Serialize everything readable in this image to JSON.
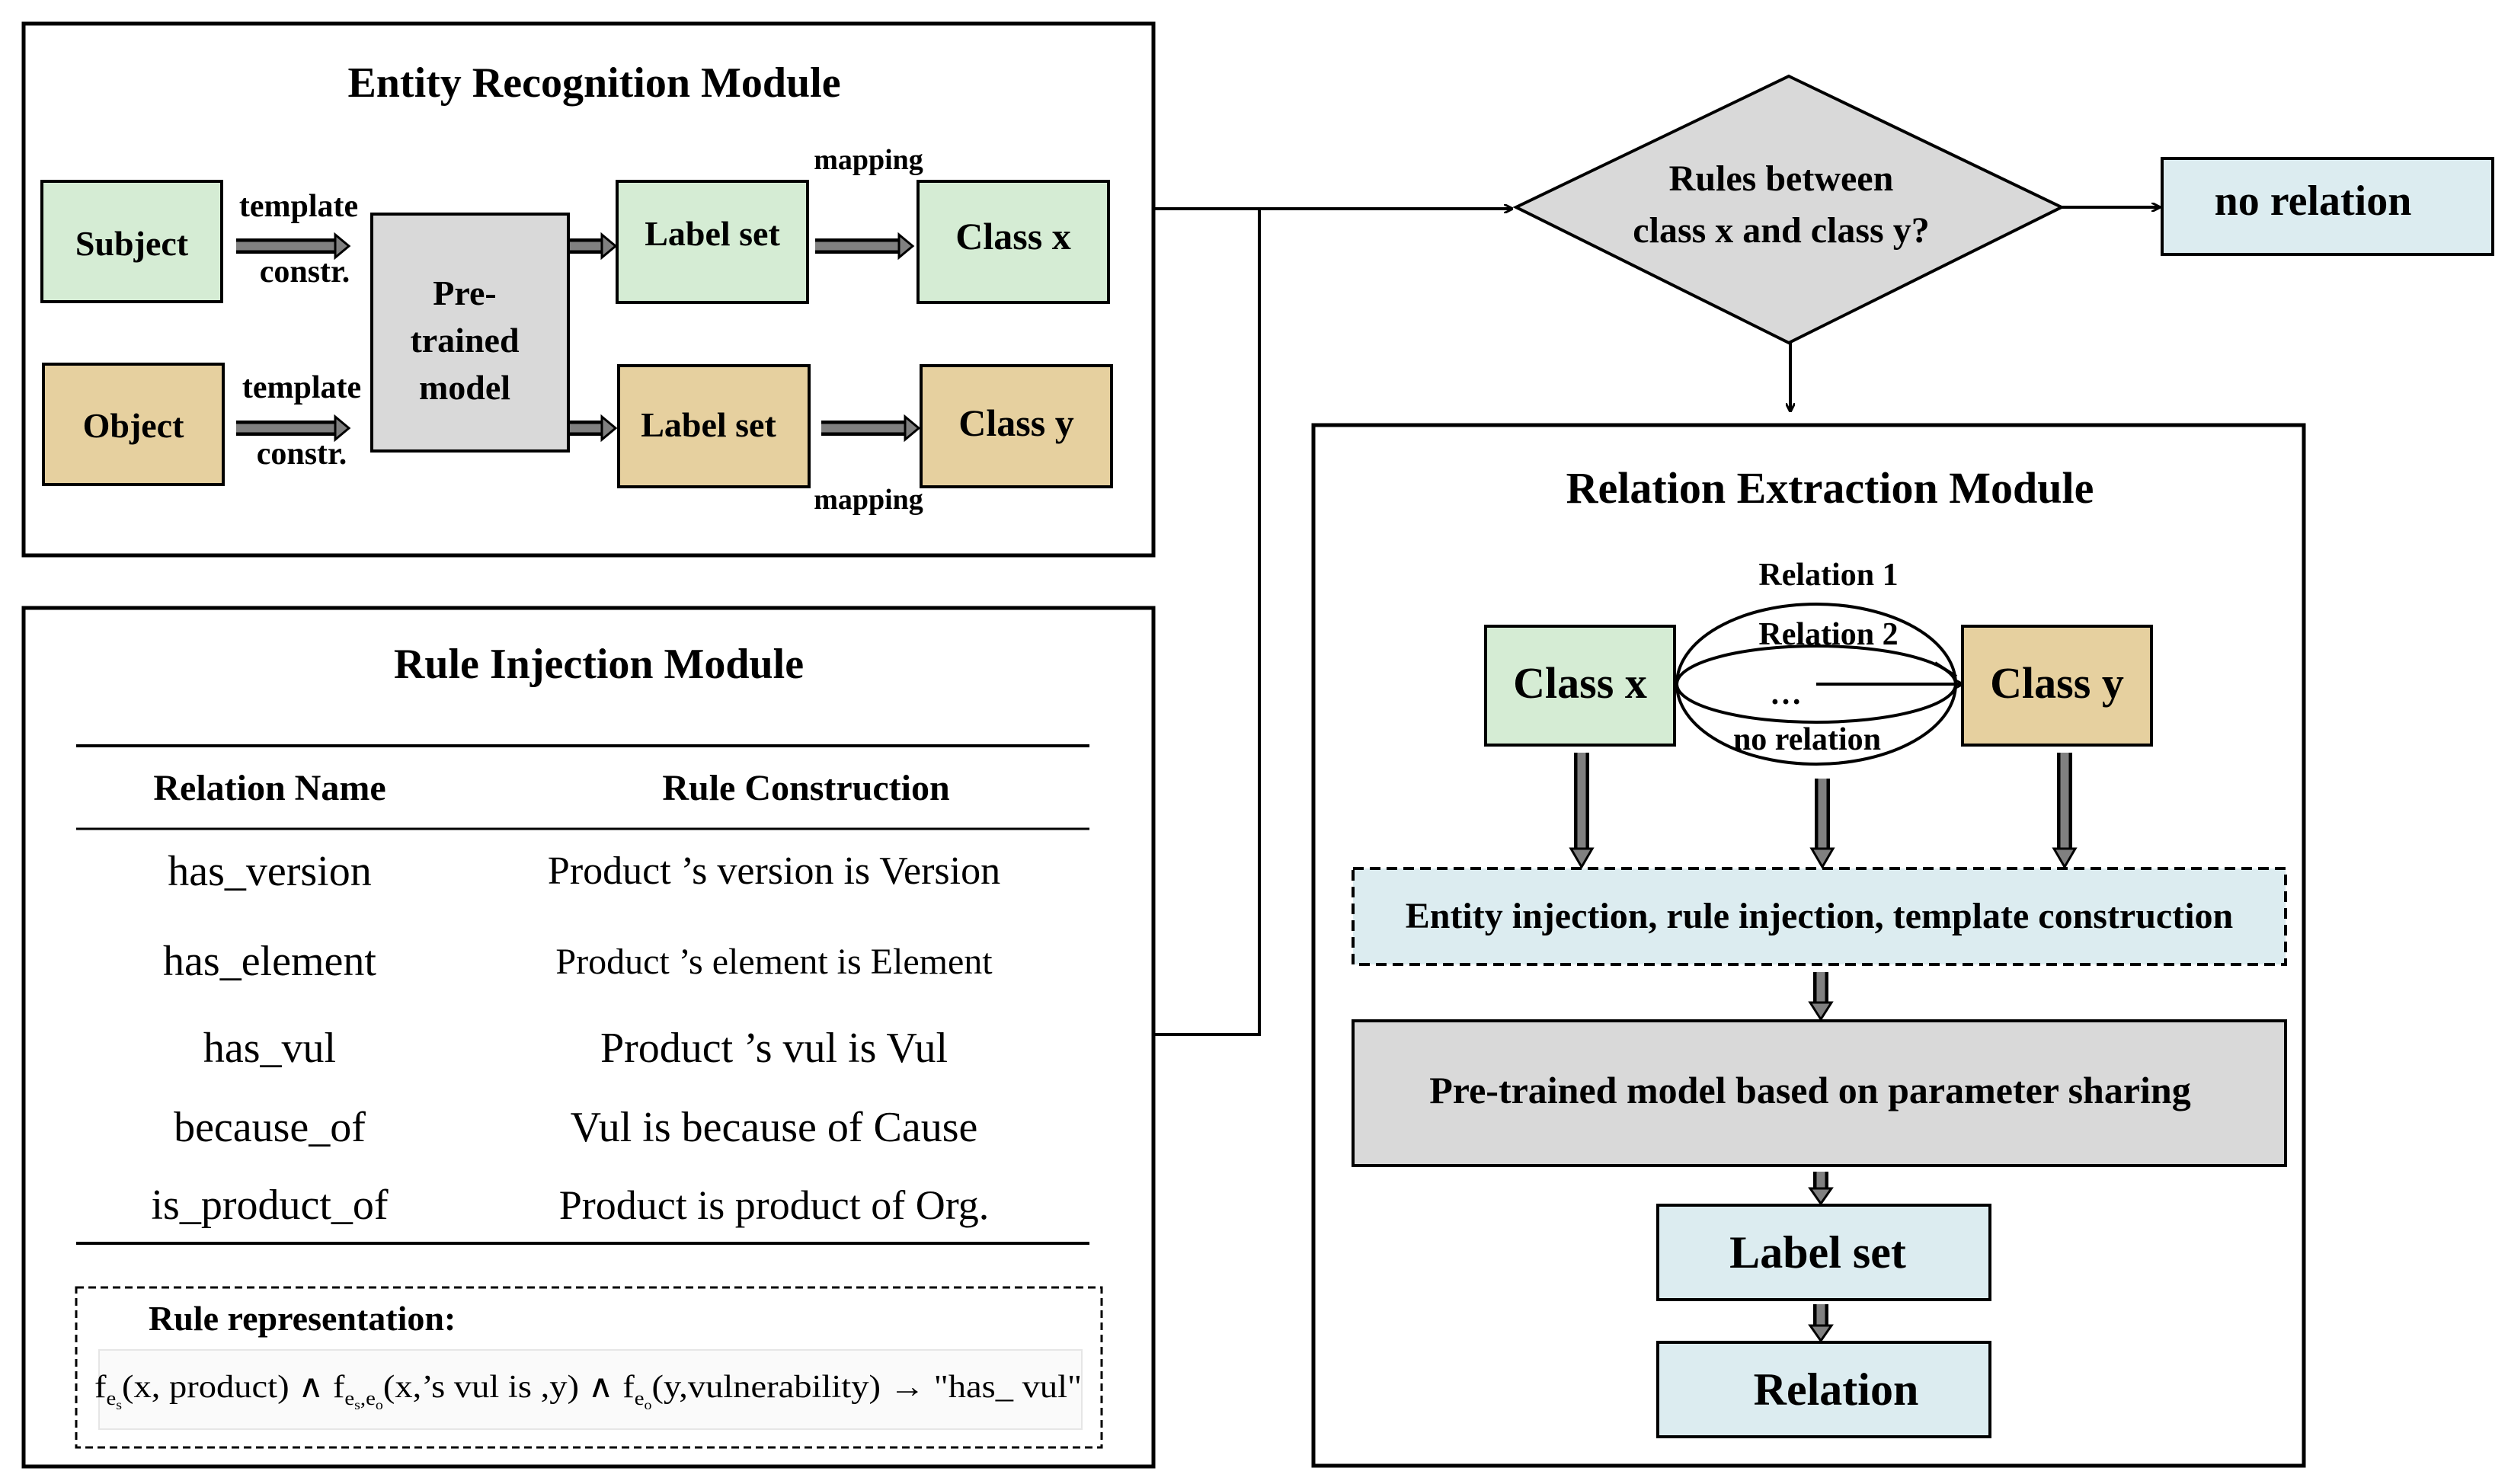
{
  "entity_module": {
    "title": "Entity Recognition Module",
    "subject": "Subject",
    "object": "Object",
    "template_top": "template",
    "constr_top": "constr.",
    "template_bottom": "template",
    "constr_bottom": "constr.",
    "pretrained": [
      "Pre-",
      "trained",
      "model"
    ],
    "label_set_top": "Label set",
    "label_set_bottom": "Label set",
    "mapping_top": "mapping",
    "mapping_bottom": "mapping",
    "class_x": "Class x",
    "class_y": "Class y"
  },
  "decision": {
    "line1": "Rules between",
    "line2": "class x and class y?",
    "no_relation": "no relation"
  },
  "rule_module": {
    "title": "Rule Injection Module",
    "headers": [
      "Relation Name",
      "Rule Construction"
    ],
    "rows": [
      [
        "has_version",
        "Product ’s version is  Version"
      ],
      [
        "has_element",
        "Product ’s element is  Element"
      ],
      [
        "has_vul",
        "Product ’s vul is Vul"
      ],
      [
        "because_of",
        "Vul is because of Cause"
      ],
      [
        "is_product_of",
        "Product is product of Org."
      ]
    ],
    "representation_title": "Rule representation:",
    "formula": {
      "f": "f",
      "e": "e",
      "s": "s",
      "o": "o",
      "p1": "(x, product) ∧ ",
      "comma": ",",
      "p2": "(x,’s vul is ,y) ∧ ",
      "p3": "(y,vulnerability) → \"has_ vul\""
    }
  },
  "relation_module": {
    "title": "Relation Extraction Module",
    "class_x": "Class x",
    "class_y": "Class y",
    "relations": [
      "Relation 1",
      "Relation 2",
      "…",
      "no relation"
    ],
    "injection": "Entity injection, rule injection, template construction",
    "pretrained": "Pre-trained model based on parameter sharing",
    "label_set": "Label set",
    "relation": "Relation"
  },
  "colors": {
    "green": "#d5ecd4",
    "tan": "#e6d09f",
    "gray": "#d9d9d9",
    "light_blue": "#dcecf0"
  }
}
